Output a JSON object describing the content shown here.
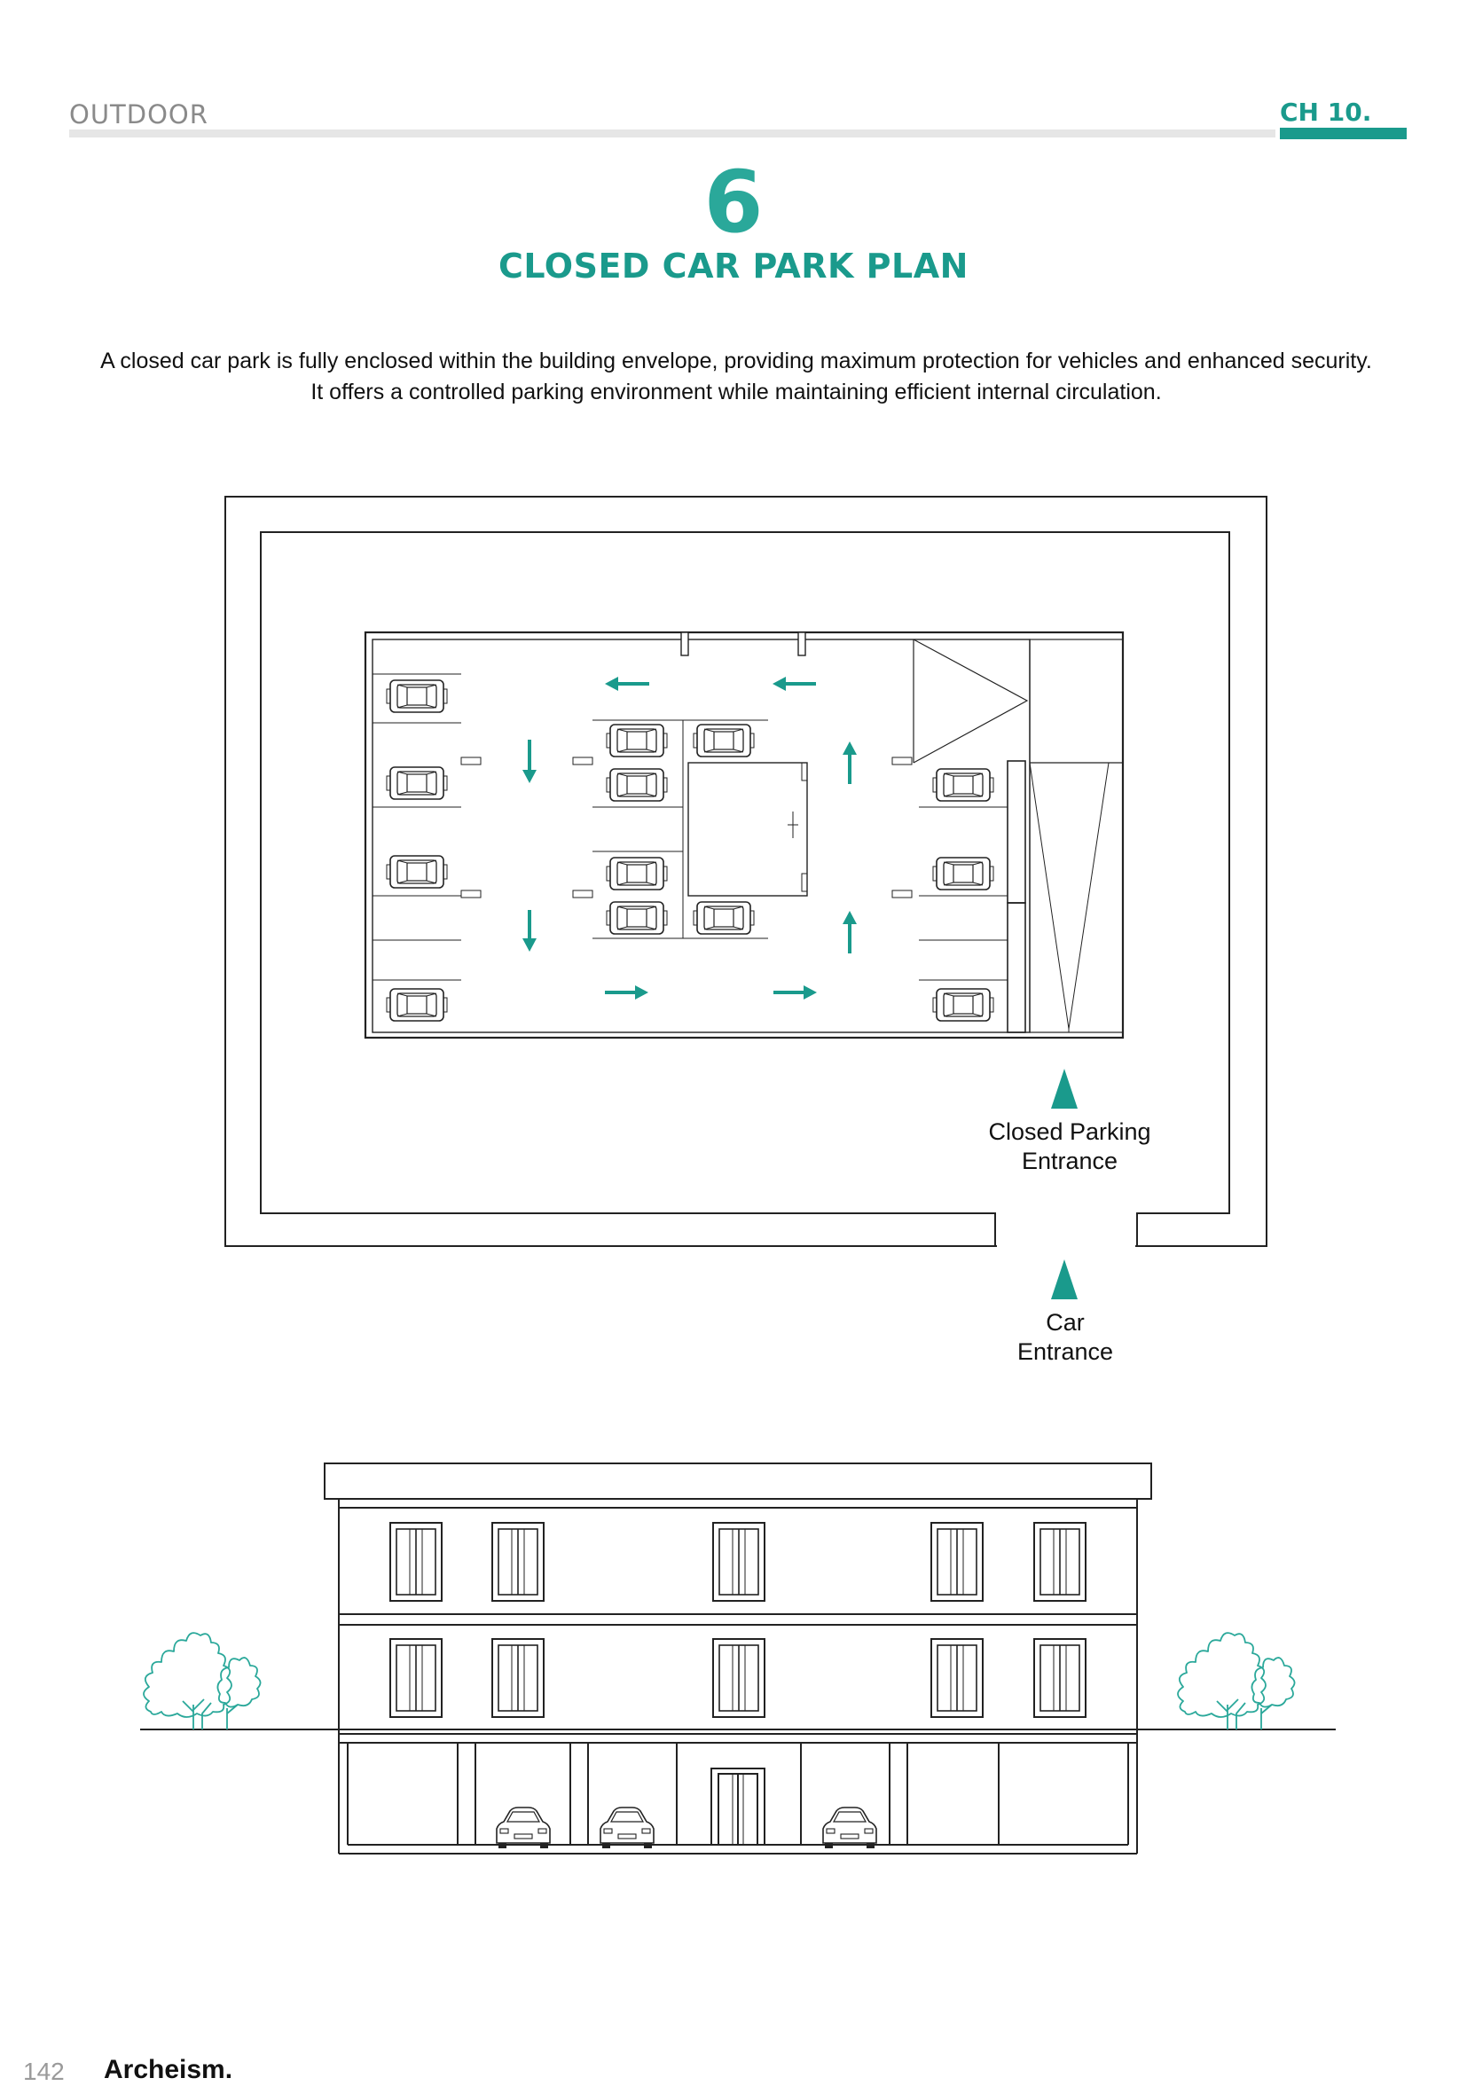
{
  "header": {
    "section_label": "OUTDOOR",
    "chapter_label": "CH 10."
  },
  "title": {
    "number": "6",
    "heading": "CLOSED CAR PARK PLAN"
  },
  "intro": "A closed car park is fully enclosed within the building envelope, providing maximum protection for vehicles and enhanced security. It offers a controlled parking environment while maintaining efficient internal circulation.",
  "plan": {
    "closed_entrance_label": [
      "Closed Parking",
      "Entrance"
    ],
    "car_entrance_label": [
      "Car",
      "Entrance"
    ]
  },
  "footer": {
    "page_number": "142",
    "brand": "Archeism."
  },
  "colors": {
    "accent": "#1a9a8c",
    "accent_light": "#2aa89a",
    "header_bar": "#e6e6e6"
  },
  "icons": [
    "car-icon",
    "arrow-icon",
    "tree-icon",
    "window-icon",
    "door-icon"
  ]
}
